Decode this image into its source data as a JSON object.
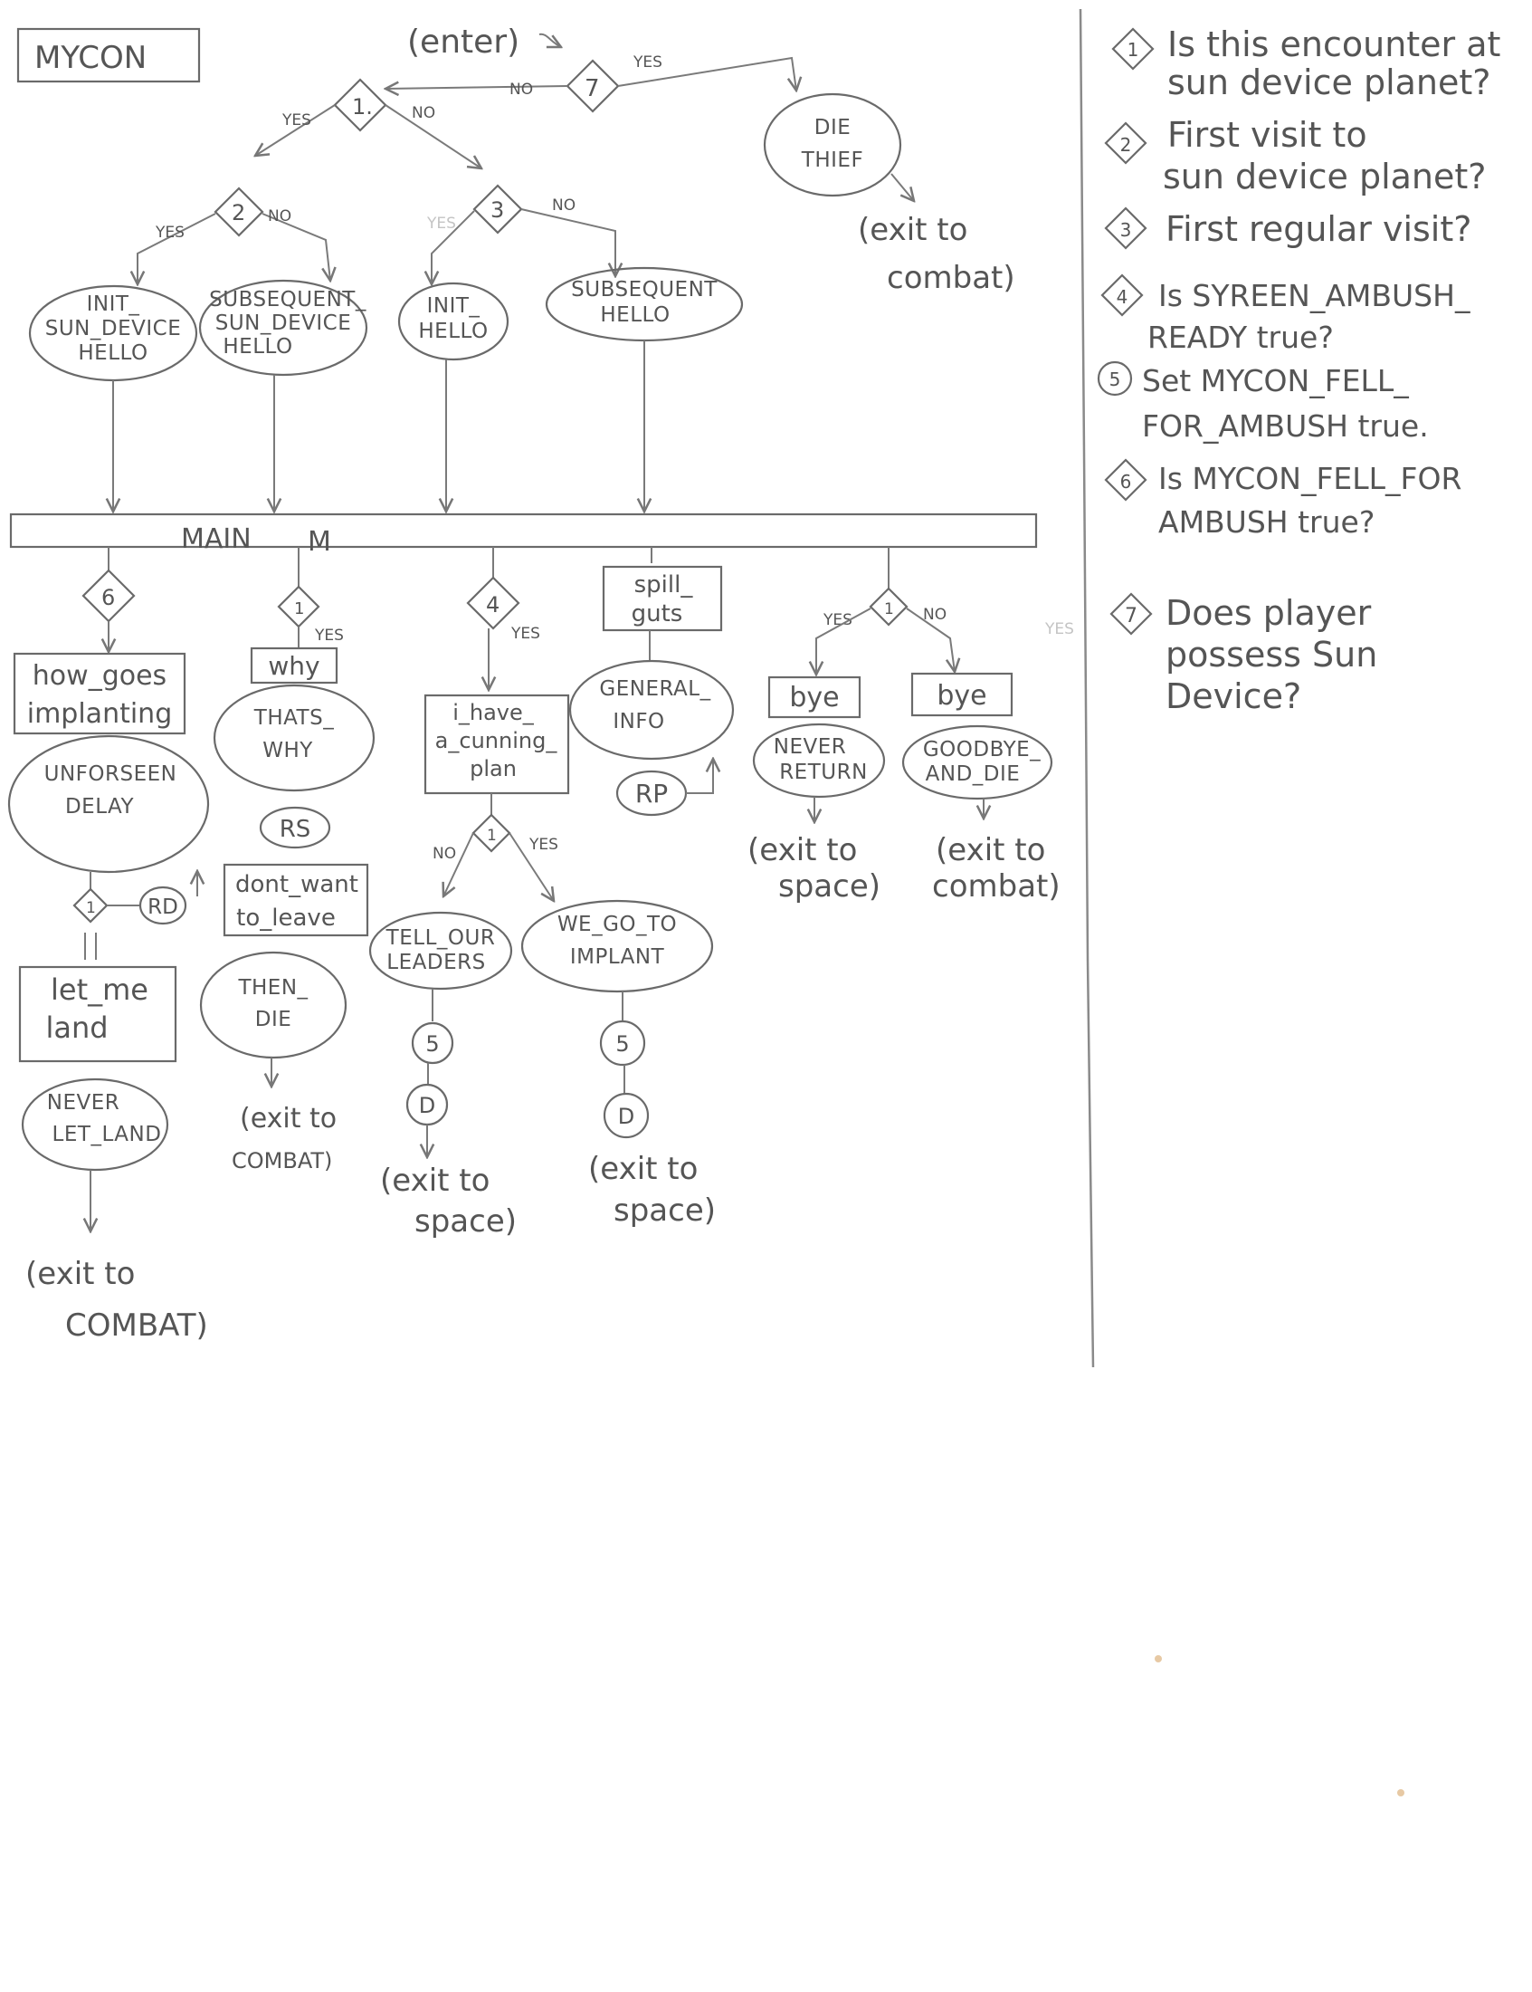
{
  "title": "MYCON",
  "entry": "(enter)",
  "yes": "YES",
  "no": "NO",
  "bus_label_main": "MAIN",
  "bus_label_m": "M",
  "nodes": {
    "d7": "7",
    "d1": "1.",
    "d2": "2",
    "d3": "3",
    "die_thief": [
      "DIE",
      "THIEF"
    ],
    "exit_top_combat": [
      "(exit to",
      "combat)"
    ],
    "init_sun_device_hello": [
      "INIT_",
      "SUN_DEVICE",
      "HELLO"
    ],
    "subsequent_sun_device_hello": [
      "SUBSEQUENT_",
      "SUN_DEVICE",
      "HELLO"
    ],
    "init_hello": [
      "INIT_",
      "HELLO"
    ],
    "subsequent_hello": [
      "SUBSEQUENT",
      "HELLO"
    ],
    "c1": {
      "d6": "6",
      "how_goes": [
        "how_goes",
        "implanting"
      ],
      "unforseen": [
        "UNFORSEEN",
        "DELAY"
      ],
      "d1": "1",
      "rd": "RD",
      "let_me_land": [
        "let_me",
        "land"
      ],
      "never_let_land": [
        "NEVER",
        "LET_LAND"
      ],
      "exit": [
        "(exit to",
        "COMBAT)"
      ]
    },
    "c2": {
      "d1": "1",
      "why": "why",
      "thats_why": [
        "THATS_",
        "WHY"
      ],
      "rs": "RS",
      "dont_want": [
        "dont_want",
        "to_leave"
      ],
      "then_die": [
        "THEN_",
        "DIE"
      ],
      "exit": [
        "(exit to",
        "COMBAT)"
      ]
    },
    "c3": {
      "d4": "4",
      "cunning": [
        "i_have_",
        "a_cunning_",
        "plan"
      ],
      "d1": "1",
      "tell": [
        "TELL_OUR",
        "LEADERS"
      ],
      "go": [
        "WE_GO_TO",
        "IMPLANT"
      ],
      "s5": "5",
      "d": "D",
      "exit": [
        "(exit to",
        "space)"
      ]
    },
    "c4": {
      "spill": [
        "spill_",
        "guts"
      ],
      "general": [
        "GENERAL_",
        "INFO"
      ],
      "rp": "RP"
    },
    "c5": {
      "d1": "1",
      "bye": "bye",
      "never_return": [
        "NEVER",
        "RETURN"
      ],
      "goodbye": [
        "GOODBYE_",
        "AND_DIE"
      ],
      "exit_space": [
        "(exit to",
        "space)"
      ],
      "exit_combat": [
        "(exit to",
        "combat)"
      ]
    }
  },
  "legend": [
    {
      "n": "1",
      "lines": [
        "Is this encounter at",
        "sun device planet?"
      ]
    },
    {
      "n": "2",
      "lines": [
        "First visit to",
        "sun device planet?"
      ]
    },
    {
      "n": "3",
      "lines": [
        "First regular visit?"
      ]
    },
    {
      "n": "4",
      "lines": [
        "Is SYREEN_AMBUSH_",
        "READY true?"
      ]
    },
    {
      "n": "5",
      "lines": [
        "Set MYCON_FELL_",
        "FOR_AMBUSH true."
      ]
    },
    {
      "n": "6",
      "lines": [
        "Is MYCON_FELL_FOR",
        "AMBUSH true?"
      ]
    },
    {
      "n": "7",
      "lines": [
        "Does player",
        "possess Sun",
        "Device?"
      ]
    }
  ]
}
